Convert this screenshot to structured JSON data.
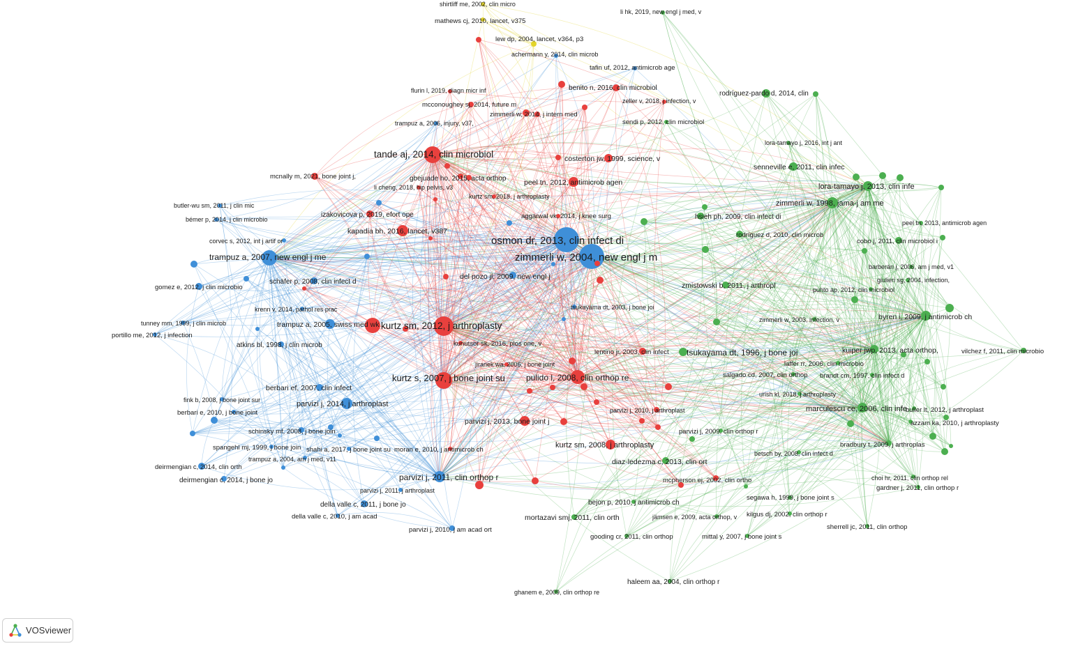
{
  "colors": {
    "red": "#e8403d",
    "blue": "#3f8fd8",
    "green": "#4caf50",
    "yellow": "#e3d52a"
  },
  "nodes": [
    {
      "label": "shirtliff me, 2002, clin micro",
      "cluster": "yellow"
    },
    {
      "label": "mathews cj, 2010, lancet, v375",
      "cluster": "yellow"
    },
    {
      "label": "lew dp, 2004, lancet, v364, p3",
      "cluster": "yellow"
    },
    {
      "label": "achermann y, 2014, clin microb",
      "cluster": "blue"
    },
    {
      "label": "tafin uf, 2012, antimicrob age",
      "cluster": "blue"
    },
    {
      "label": "li hk, 2019, new engl j med, v",
      "cluster": "green"
    },
    {
      "label": "flurin l, 2019, diagn micr inf",
      "cluster": "red"
    },
    {
      "label": "benito n, 2016, clin microbiol",
      "cluster": "red"
    },
    {
      "label": "rodríguez-pardo d, 2014, clin",
      "cluster": "green"
    },
    {
      "label": "mcconoughey sj, 2014, future m",
      "cluster": "red"
    },
    {
      "label": "zeller v, 2018, j infection, v",
      "cluster": "red"
    },
    {
      "label": "zimmerli w, 2014, j intern med",
      "cluster": "red"
    },
    {
      "label": "trampuz a, 2006, injury, v37,",
      "cluster": "blue"
    },
    {
      "label": "sendi p, 2012, clin microbiol",
      "cluster": "green"
    },
    {
      "label": "lora-tamayo j, 2016, int j ant",
      "cluster": "green"
    },
    {
      "label": "tande aj, 2014, clin microbiol",
      "cluster": "red"
    },
    {
      "label": "costerton jw, 1999, science, v",
      "cluster": "red"
    },
    {
      "label": "senneville e, 2011, clin infec",
      "cluster": "green"
    },
    {
      "label": "mcnally m, 2021, bone joint j,",
      "cluster": "red"
    },
    {
      "label": "gbejuade ho, 2015, acta orthop",
      "cluster": "red"
    },
    {
      "label": "peel tn, 2012, antimicrob agen",
      "cluster": "red"
    },
    {
      "label": "lora-tamayo j, 2013, clin infe",
      "cluster": "green"
    },
    {
      "label": "li cheng, 2018, hip pelvis, v3",
      "cluster": "red"
    },
    {
      "label": "kurtz sm, 2018, j arthroplasty",
      "cluster": "red"
    },
    {
      "label": "zimmerli w, 1998, jama-j am me",
      "cluster": "green"
    },
    {
      "label": "butler-wu sm, 2011, j clin mic",
      "cluster": "blue"
    },
    {
      "label": "izakovicova p, 2019, efort ope",
      "cluster": "red"
    },
    {
      "label": "aggarwal vk, 2014, j knee surg",
      "cluster": "red"
    },
    {
      "label": "hsieh ph, 2009, clin infect di",
      "cluster": "green"
    },
    {
      "label": "bémer p, 2014, j clin microbio",
      "cluster": "blue"
    },
    {
      "label": "peel tn, 2013, antimicrob agen",
      "cluster": "green"
    },
    {
      "label": "kapadia bh, 2016, lancet, v387",
      "cluster": "red"
    },
    {
      "label": "rodríguez d, 2010, clin microb",
      "cluster": "green"
    },
    {
      "label": "corvec s, 2012, int j artif or",
      "cluster": "blue"
    },
    {
      "label": "osmon dr, 2013, clin infect di",
      "cluster": "blue"
    },
    {
      "label": "cobo j, 2011, clin microbiol i",
      "cluster": "green"
    },
    {
      "label": "trampuz a, 2007, new engl j me",
      "cluster": "blue"
    },
    {
      "label": "zimmerli w, 2004, new engl j m",
      "cluster": "blue"
    },
    {
      "label": "barberán j, 2006, am j med, v1",
      "cluster": "green"
    },
    {
      "label": "del pozo jl, 2009, new engl j",
      "cluster": "blue"
    },
    {
      "label": "schäfer p, 2008, clin infect d",
      "cluster": "blue"
    },
    {
      "label": "giulieri sg, 2004, infection,",
      "cluster": "green"
    },
    {
      "label": "gomez e, 2012, j clin microbio",
      "cluster": "blue"
    },
    {
      "label": "zmistowski b, 2011, j arthropl",
      "cluster": "green"
    },
    {
      "label": "puhto ap, 2012, clin microbiol",
      "cluster": "green"
    },
    {
      "label": "krenn v, 2014, pathol res prac",
      "cluster": "blue"
    },
    {
      "label": "tsukayama dt, 2003, j bone joi",
      "cluster": "blue"
    },
    {
      "label": "zimmerli w, 2003, infection, v",
      "cluster": "green"
    },
    {
      "label": "byren i, 2009, j antimicrob ch",
      "cluster": "green"
    },
    {
      "label": "tunney mm, 1999, j clin microb",
      "cluster": "blue"
    },
    {
      "label": "trampuz a, 2005, swiss med wk",
      "cluster": "blue"
    },
    {
      "label": "kurtz sm, 2012, j arthroplasty",
      "cluster": "red"
    },
    {
      "label": "portillo me, 2012, j infection",
      "cluster": "blue"
    },
    {
      "label": "kunutsor sk, 2016, plos one, v",
      "cluster": "red"
    },
    {
      "label": "atkins bl, 1998, j clin microb",
      "cluster": "blue"
    },
    {
      "label": "lentino jr, 2003, clin infect",
      "cluster": "red"
    },
    {
      "label": "tsukayama dt, 1996, j bone joi",
      "cluster": "green"
    },
    {
      "label": "kuiper jwp, 2013, acta orthop,",
      "cluster": "green"
    },
    {
      "label": "vilchez f, 2011, clin microbio",
      "cluster": "green"
    },
    {
      "label": "jiranek wa, 2006, j bone joint",
      "cluster": "red"
    },
    {
      "label": "laffer rr, 2006, clin microbio",
      "cluster": "green"
    },
    {
      "label": "kurtz s, 2007, j bone joint su",
      "cluster": "red"
    },
    {
      "label": "pulido l, 2008, clin orthop re",
      "cluster": "red"
    },
    {
      "label": "salgado cd, 2007, clin orthop",
      "cluster": "green"
    },
    {
      "label": "brandt cm, 1997, clin infect d",
      "cluster": "green"
    },
    {
      "label": "berbari ef, 2007, clin infect",
      "cluster": "blue"
    },
    {
      "label": "urish kl, 2018, j arthroplasty",
      "cluster": "green"
    },
    {
      "label": "fink b, 2008, j bone joint sur",
      "cluster": "blue"
    },
    {
      "label": "parvizi j, 2014, j arthroplast",
      "cluster": "blue"
    },
    {
      "label": "marculescu ce, 2006, clin infe",
      "cluster": "green"
    },
    {
      "label": "berbari e, 2010, j bone joint",
      "cluster": "blue"
    },
    {
      "label": "parvizi j, 2010, j arthroplast",
      "cluster": "red"
    },
    {
      "label": "buller lt, 2012, j arthroplast",
      "cluster": "green"
    },
    {
      "label": "parvizi j, 2013, bone joint j",
      "cluster": "red"
    },
    {
      "label": "azzam ka, 2010, j arthroplasty",
      "cluster": "green"
    },
    {
      "label": "schinsky mf, 2008, j bone join",
      "cluster": "blue"
    },
    {
      "label": "parvizi j, 2009, clin orthop r",
      "cluster": "green"
    },
    {
      "label": "kurtz sm, 2008, j arthroplasty",
      "cluster": "red"
    },
    {
      "label": "bradbury t, 2009, j arthroplas",
      "cluster": "green"
    },
    {
      "label": "spangehl mj, 1999, j bone join",
      "cluster": "blue"
    },
    {
      "label": "shahi a, 2017, j bone joint su",
      "cluster": "blue"
    },
    {
      "label": "moran e, 2010, j antimicrob ch",
      "cluster": "red"
    },
    {
      "label": "betsch by, 2008, clin infect d",
      "cluster": "green"
    },
    {
      "label": "diaz-ledezma c, 2013, clin ort",
      "cluster": "green"
    },
    {
      "label": "deirmengian c, 2014, clin orth",
      "cluster": "blue"
    },
    {
      "label": "trampuz a, 2004, am j med, v11",
      "cluster": "blue"
    },
    {
      "label": "deirmengian c, 2014, j bone jo",
      "cluster": "blue"
    },
    {
      "label": "parvizi j, 2011, clin orthop r",
      "cluster": "blue"
    },
    {
      "label": "mcpherson ej, 2002, clin ortho",
      "cluster": "red"
    },
    {
      "label": "choi hr, 2011, clin orthop rel",
      "cluster": "green"
    },
    {
      "label": "gardner j, 2011, clin orthop r",
      "cluster": "green"
    },
    {
      "label": "parvizi j, 2011, j arthroplast",
      "cluster": "blue"
    },
    {
      "label": "segawa h, 1999, j bone joint s",
      "cluster": "green"
    },
    {
      "label": "bejon p, 2010, j antimicrob ch",
      "cluster": "green"
    },
    {
      "label": "della valle c, 2011, j bone jo",
      "cluster": "blue"
    },
    {
      "label": "jämsen e, 2009, acta orthop, v",
      "cluster": "green"
    },
    {
      "label": "kilgus dj, 2002, clin orthop r",
      "cluster": "green"
    },
    {
      "label": "della valle c, 2010, j am acad",
      "cluster": "blue"
    },
    {
      "label": "mortazavi smj, 2011, clin orth",
      "cluster": "green"
    },
    {
      "label": "parvizi j, 2010, j am acad ort",
      "cluster": "blue"
    },
    {
      "label": "sherrell jc, 2011, clin orthop",
      "cluster": "green"
    },
    {
      "label": "gooding cr, 2011, clin orthop",
      "cluster": "green"
    },
    {
      "label": "mittal y, 2007, j bone joint s",
      "cluster": "green"
    },
    {
      "label": "haleem aa, 2004, clin orthop r",
      "cluster": "green"
    },
    {
      "label": "ghanem e, 2009, clin orthop re",
      "cluster": "green"
    }
  ],
  "brand": {
    "name": "VOSviewer"
  }
}
